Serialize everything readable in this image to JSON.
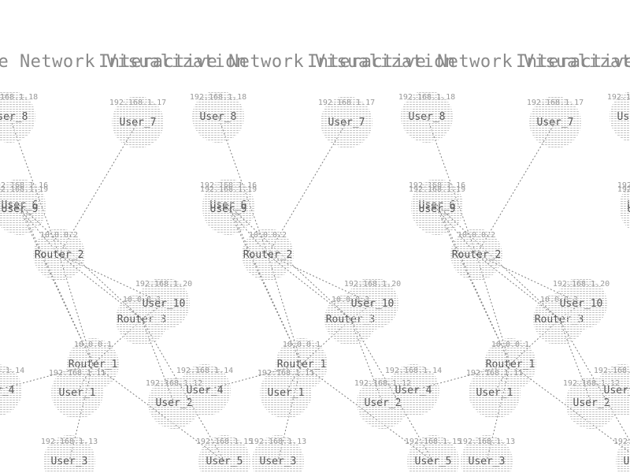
{
  "title": "Interactive Network Visualization",
  "colors": {
    "edge": "#7e7e7e",
    "node_fill": "#c8c8c8",
    "text": "#5a5a5a"
  },
  "nodes": [
    {
      "id": "router_1",
      "name": "Router_1",
      "ip": "10.0.0.1"
    },
    {
      "id": "router_2",
      "name": "Router_2",
      "ip": "10.0.0.2"
    },
    {
      "id": "router_3",
      "name": "Router_3",
      "ip": "10.0.0.3"
    },
    {
      "id": "user_1",
      "name": "User_1",
      "ip": "192.168.1.11"
    },
    {
      "id": "user_2",
      "name": "User_2",
      "ip": "192.168.1.12"
    },
    {
      "id": "user_3",
      "name": "User_3",
      "ip": "192.168.1.13"
    },
    {
      "id": "user_4",
      "name": "User_4",
      "ip": "192.168.1.14"
    },
    {
      "id": "user_5",
      "name": "User_5",
      "ip": "192.168.1.15"
    },
    {
      "id": "user_6",
      "name": "User_6",
      "ip": "192.168.1.16"
    },
    {
      "id": "user_7",
      "name": "User_7",
      "ip": "192.168.1.17"
    },
    {
      "id": "user_8",
      "name": "User_8",
      "ip": "192.168.1.18"
    },
    {
      "id": "user_9",
      "name": "User_9",
      "ip": "192.168.1.19"
    },
    {
      "id": "user_10",
      "name": "User_10",
      "ip": "192.168.1.20"
    }
  ],
  "edges": [
    [
      "router_2",
      "user_7"
    ],
    [
      "router_2",
      "user_9"
    ],
    [
      "router_2",
      "user_8"
    ],
    [
      "router_2",
      "router_3"
    ],
    [
      "router_2",
      "router_1"
    ],
    [
      "router_2",
      "user_10"
    ],
    [
      "router_3",
      "user_10"
    ],
    [
      "router_3",
      "router_1"
    ],
    [
      "router_3",
      "user_2"
    ],
    [
      "router_3",
      "user_6"
    ],
    [
      "router_3",
      "user_5"
    ],
    [
      "router_1",
      "user_3"
    ],
    [
      "router_1",
      "user_1"
    ],
    [
      "router_1",
      "user_4"
    ],
    [
      "router_1",
      "user_6"
    ],
    [
      "router_1",
      "user_5"
    ],
    [
      "router_1",
      "user_9"
    ]
  ]
}
